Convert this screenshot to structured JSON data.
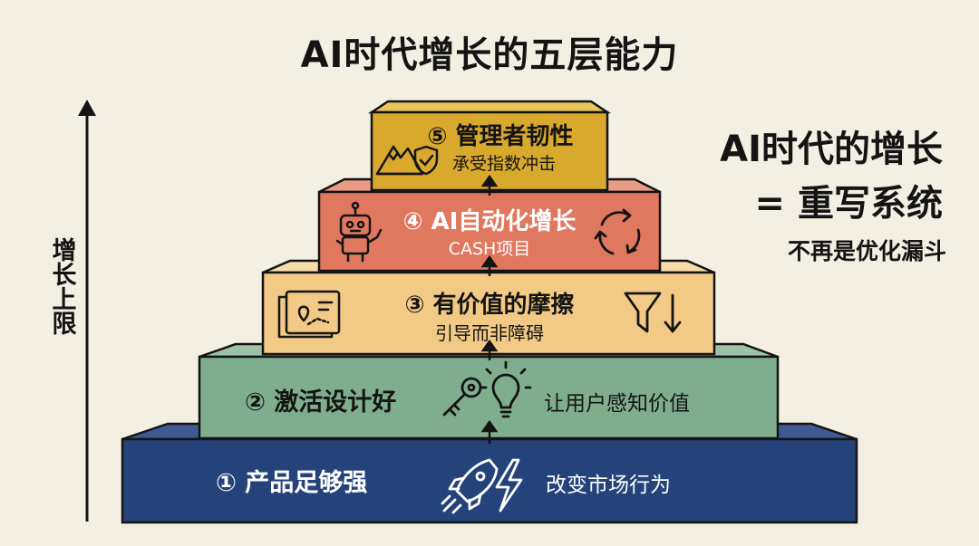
{
  "title": "AI时代增长的五层能力",
  "y_axis_label": "增长上限",
  "side_note": {
    "line1": "AI时代的增长",
    "line2": "= 重写系统",
    "line3": "不再是优化漏斗"
  },
  "levels": [
    {
      "number": "①",
      "name": "产品足够强",
      "desc": "改变市场行为",
      "color": "#24437a",
      "icons": [
        "rocket-icon",
        "lightning-icon"
      ]
    },
    {
      "number": "②",
      "name": "激活设计好",
      "desc": "让用户感知价值",
      "color": "#7fae8f",
      "icons": [
        "key-icon",
        "lightbulb-icon"
      ]
    },
    {
      "number": "③",
      "name": "有价值的摩擦",
      "desc": "引导而非障碍",
      "color": "#f2ca86",
      "icons": [
        "map-icon",
        "funnel-down-icon"
      ]
    },
    {
      "number": "④",
      "name": "AI自动化增长",
      "desc": "CASH项目",
      "color": "#e0785f",
      "icons": [
        "robot-icon",
        "cycle-arrows-icon"
      ]
    },
    {
      "number": "⑤",
      "name": "管理者韧性",
      "desc": "承受指数冲击",
      "color": "#d9a92e",
      "icons": [
        "mountain-icon",
        "shield-check-icon"
      ]
    }
  ]
}
